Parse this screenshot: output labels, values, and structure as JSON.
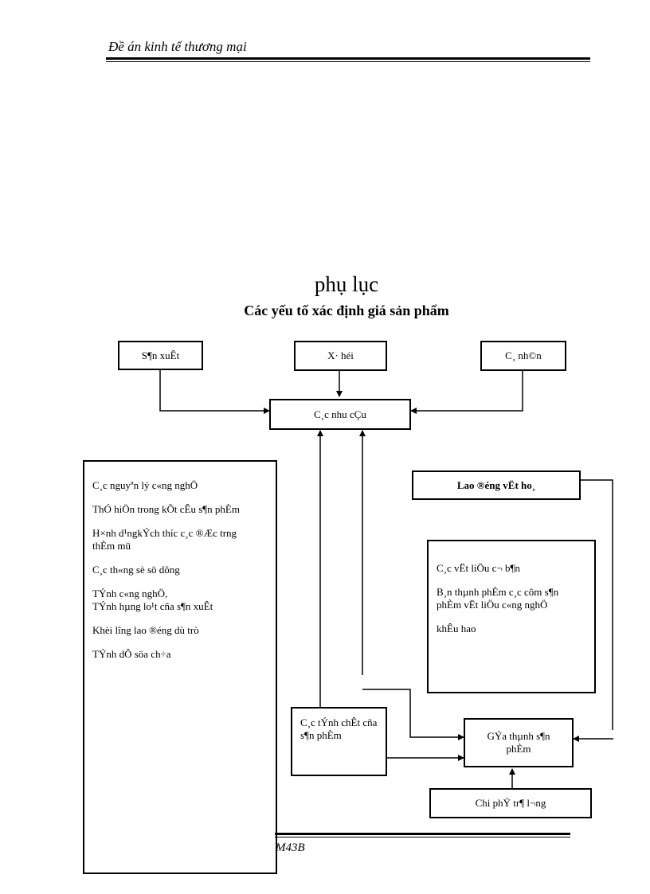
{
  "header": {
    "title": "Đề án kinh tế thương mại"
  },
  "main_title": "phụ lục",
  "subtitle": "Các yếu tố xác định giá sản phẩm",
  "diagram": {
    "top_boxes": {
      "production": "S¶n xuÊt",
      "society": "X· héi",
      "individual": "C¸ nh©n"
    },
    "needs_box": "C¸c nhu cÇu",
    "left_panel": {
      "items": [
        "C¸c nguyªn lý c«ng nghÖ",
        "ThÓ hiÖn trong kÕt cÊu s¶n phÈm",
        "H×nh d¹ngkÝch thíc  c¸c ®Æc trng  thÈm mü",
        "C¸c th«ng  sè sö dông",
        "TÝnh c«ng nghÖ,",
        "TÝnh hµng  lo¹t cña s¶n xuÊt",
        "Khèi lîng  lao ®éng dù trò",
        "TÝnh  dÔ söa ch÷a"
      ]
    },
    "labor_box": "Lao ®éng vËt ho¸",
    "materials_panel": {
      "items": [
        "C¸c vËt liÖu c¬ b¶n",
        "B¸n thµnh  phÈm c¸c côm s¶n phÈm vËt liÖu c«ng nghÖ",
        "khÊu hao"
      ]
    },
    "properties_box": "C¸c tÝnh chÊt cña s¶n phÈm",
    "price_box": "GÝa thµnh  s¶n phÈm",
    "wage_box": "Chi phÝ tr¶ l¬ng"
  },
  "footer": {
    "code": "M43B"
  }
}
